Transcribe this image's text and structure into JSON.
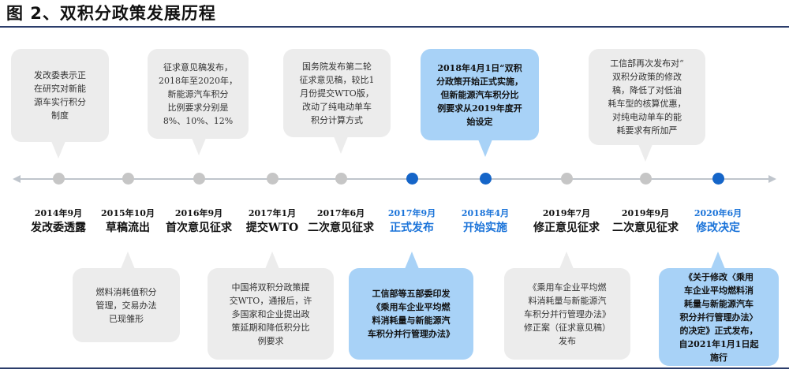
{
  "title": "图 2、双积分政策发展历程",
  "colors": {
    "highlight": "#1565c8",
    "highlight_text": "#1a73d9",
    "box_gray": "#ececec",
    "box_blue": "#a8d2f7",
    "rule": "#2b3d6b"
  },
  "events": [
    {
      "date": "2014年9月",
      "label": "发改委透露",
      "highlight": false
    },
    {
      "date": "2015年10月",
      "label": "草稿流出",
      "highlight": false
    },
    {
      "date": "2016年9月",
      "label": "首次意见征求",
      "highlight": false
    },
    {
      "date": "2017年1月",
      "label": "提交WTO",
      "highlight": false
    },
    {
      "date": "2017年6月",
      "label": "二次意见征求",
      "highlight": false
    },
    {
      "date": "2017年9月",
      "label": "正式发布",
      "highlight": true
    },
    {
      "date": "2018年4月",
      "label": "开始实施",
      "highlight": true
    },
    {
      "date": "2019年7月",
      "label": "修正意见征求",
      "highlight": false
    },
    {
      "date": "2019年9月",
      "label": "二次意见征求",
      "highlight": false
    },
    {
      "date": "2020年6月",
      "label": "修改决定",
      "highlight": true
    }
  ],
  "callouts": [
    {
      "event": 0,
      "highlight": false,
      "lines": [
        "发改委表示正",
        "在研究对新能",
        "源车实行积分",
        "制度"
      ]
    },
    {
      "event": 1,
      "highlight": false,
      "lines": [
        "燃料消耗值积分",
        "管理，交易办法",
        "已现雏形"
      ]
    },
    {
      "event": 2,
      "highlight": false,
      "lines": [
        "征求意见稿发布，",
        "2018年至2020年，",
        "新能源汽车积分",
        "比例要求分别是",
        "8%、10%、12%"
      ]
    },
    {
      "event": 3,
      "highlight": false,
      "lines": [
        "中国将双积分政策提",
        "交WTO，通报后，许",
        "多国家和企业提出政",
        "策延期和降低积分比",
        "例要求"
      ]
    },
    {
      "event": 4,
      "highlight": false,
      "lines": [
        "国务院发布第二轮",
        "征求意见稿，较比1",
        "月份提交WTO版，",
        "改动了纯电动单车",
        "积分计算方式"
      ]
    },
    {
      "event": 5,
      "highlight": true,
      "lines": [
        "工信部等五部委印发",
        "《乘用车企业平均燃",
        "料消耗量与新能源汽",
        "车积分并行管理办法》"
      ]
    },
    {
      "event": 6,
      "highlight": true,
      "lines": [
        "2018年4月1日“双积",
        "分政策开始正式实施，",
        "但新能源汽车积分比",
        "例要求从2019年度开",
        "始设定"
      ]
    },
    {
      "event": 7,
      "highlight": false,
      "lines": [
        "《乘用车企业平均燃",
        "料消耗量与新能源汽",
        "车积分并行管理办法》",
        "修正案（征求意见稿）",
        "发布"
      ]
    },
    {
      "event": 8,
      "highlight": false,
      "lines": [
        "工信部再次发布对“",
        "双积分政策的修改",
        "稿，降低了对低油",
        "耗车型的核算优惠，",
        "对纯电动单车的能",
        "耗要求有所加严"
      ]
    },
    {
      "event": 9,
      "highlight": true,
      "lines": [
        "《关于修改〈乘用",
        "车企业平均燃料消",
        "耗量与新能源汽车",
        "积分并行管理办法〉",
        "的决定》正式发布，",
        "自2021年1月1日起",
        "施行"
      ]
    }
  ]
}
